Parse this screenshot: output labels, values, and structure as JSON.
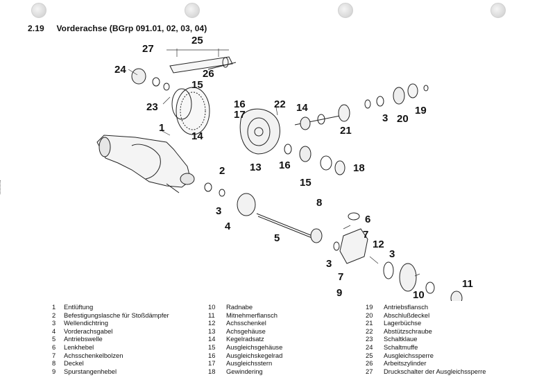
{
  "header": {
    "section_number": "2.19",
    "title": "Vorderachse (BGrp 091.01, 02, 03, 04)"
  },
  "callouts": [
    "25",
    "27",
    "24",
    "26",
    "15",
    "23",
    "16",
    "17",
    "22",
    "14",
    "1",
    "14",
    "19",
    "3",
    "20",
    "21",
    "2",
    "13",
    "16",
    "18",
    "15",
    "8",
    "6",
    "3",
    "4",
    "7",
    "5",
    "12",
    "3",
    "3",
    "7",
    "11",
    "9",
    "10"
  ],
  "legend": [
    {
      "n": "1",
      "text": "Entlüftung"
    },
    {
      "n": "2",
      "text": "Befestigungslasche für Stoßdämpfer"
    },
    {
      "n": "3",
      "text": "Wellendichtring"
    },
    {
      "n": "4",
      "text": "Vorderachsgabel"
    },
    {
      "n": "5",
      "text": "Antriebswelle"
    },
    {
      "n": "6",
      "text": "Lenkhebel"
    },
    {
      "n": "7",
      "text": "Achsschenkelbolzen"
    },
    {
      "n": "8",
      "text": "Deckel"
    },
    {
      "n": "9",
      "text": "Spurstangenhebel"
    },
    {
      "n": "10",
      "text": "Radnabe"
    },
    {
      "n": "11",
      "text": "Mitnehmerflansch"
    },
    {
      "n": "12",
      "text": "Achsschenkel"
    },
    {
      "n": "13",
      "text": "Achsgehäuse"
    },
    {
      "n": "14",
      "text": "Kegelradsatz"
    },
    {
      "n": "15",
      "text": "Ausgleichsgehäuse"
    },
    {
      "n": "16",
      "text": "Ausgleichskegelrad"
    },
    {
      "n": "17",
      "text": "Ausgleichsstern"
    },
    {
      "n": "18",
      "text": "Gewindering"
    },
    {
      "n": "19",
      "text": "Antriebsflansch"
    },
    {
      "n": "20",
      "text": "Abschlußdeckel"
    },
    {
      "n": "21",
      "text": "Lagerbüchse"
    },
    {
      "n": "22",
      "text": "Abstützschraube"
    },
    {
      "n": "23",
      "text": "Schaltklaue"
    },
    {
      "n": "24",
      "text": "Schaltmuffe"
    },
    {
      "n": "25",
      "text": "Ausgleichssperre"
    },
    {
      "n": "26",
      "text": "Arbeitszylinder"
    },
    {
      "n": "27",
      "text": "Druckschalter der Ausgleichssperre"
    }
  ]
}
